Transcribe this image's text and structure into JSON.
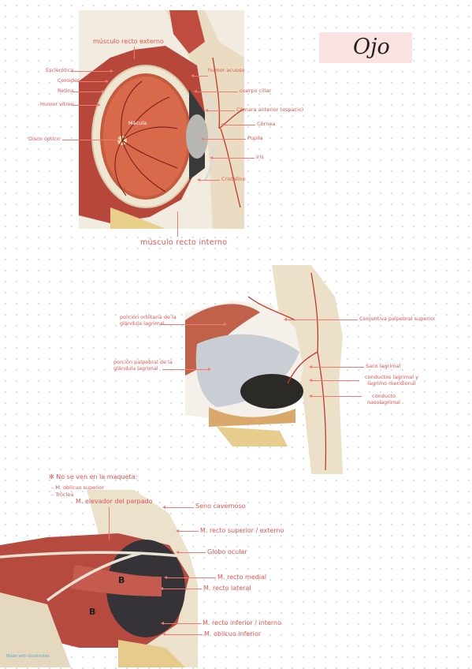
{
  "title": "Ojo",
  "section1": {
    "labels": {
      "recto_externo": "músculo recto externo",
      "esclerotica": "Esclerótica",
      "coroides": "Coroides",
      "retina": "Retina",
      "humor_vitreo": "Humor vítreo",
      "disco_optico": "Disco óptico",
      "macula": "Mácula",
      "humor_acuoso": "humor acuoso",
      "cuerpo_ciliar": "cuerpo ciliar",
      "camara_anterior": "Cámara anterior (espacio)",
      "cornea": "Córnea",
      "pupila": "Pupila",
      "iris": "Iris",
      "cristalino": "Cristalino",
      "recto_interno": "músculo recto interno"
    }
  },
  "section2": {
    "labels": {
      "porcion_orbitaria": "porción orbitaria de la glándula lagrimal",
      "porcion_palpebral": "porción palpebral de la glándula lagrimal",
      "conjuntiva": "Conjuntiva palpebral superior",
      "saco_lagrimal": "Saco lagrimal",
      "conductos": "conductos lagrimal y lagrimo meridional",
      "conducto_naso": "conducto nasolagrimal"
    }
  },
  "section3": {
    "note_title": "No se ven en la maqueta:",
    "note_items": [
      "M. oblicuo superior",
      "Tróclea"
    ],
    "labels": {
      "elevador": "M. elevador del parpado",
      "seno": "Seno cavernoso",
      "recto_superior": "M. recto superior / externo",
      "globo": "Globo ocular",
      "recto_medial": "M. recto medial",
      "recto_lateral": "M. recto lateral",
      "recto_inferior": "M. recto inferior / interno",
      "oblicuo_inferior": "M. oblicuo inferior"
    }
  },
  "footer": "Made with Goodnotes"
}
